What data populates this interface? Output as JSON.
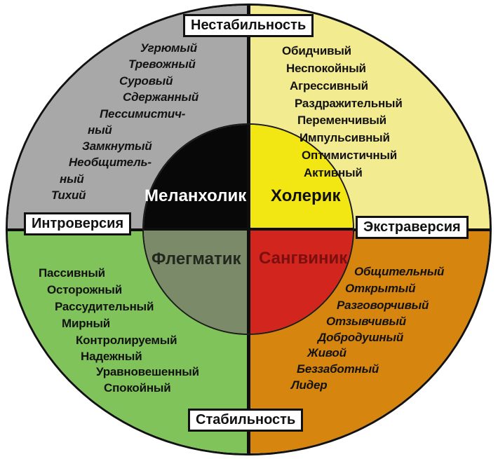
{
  "diagram": {
    "axis_labels": {
      "top": "Нестабильность",
      "right": "Экстраверсия",
      "bottom": "Стабильность",
      "left": "Интроверсия"
    },
    "quadrants": {
      "melancholic": {
        "name": "Меланхолик",
        "outer_color": "#a8a8a8",
        "inner_color": "#080808",
        "label_color": "#ffffff",
        "trait_lines": [
          "Угрюмый",
          "Тревожный",
          "Суровый",
          "Сдержанный",
          "Пессимистич-",
          "ный",
          "Замкнутый",
          "Необщитель-",
          "ный",
          "Тихий"
        ]
      },
      "choleric": {
        "name": "Холерик",
        "outer_color": "#f3eb90",
        "inner_color": "#f3e713",
        "label_color": "#101010",
        "trait_lines": [
          "Обидчивый",
          "Неспокойный",
          "Агрессивный",
          "Раздражительный",
          "Переменчивый",
          "Импульсивный",
          "Оптимистичный",
          "Активный"
        ]
      },
      "phlegmatic": {
        "name": "Флегматик",
        "outer_color": "#7fc35a",
        "inner_color": "#7b8a69",
        "label_color": "#23281f",
        "trait_lines": [
          "Пассивный",
          "Осторожный",
          "Рассудительный",
          "Мирный",
          "Контролируемый",
          "Надежный",
          "Уравновешенный",
          "Спокойный"
        ]
      },
      "sanguine": {
        "name": "Сангвиник",
        "outer_color": "#d6850e",
        "inner_color": "#d2251d",
        "label_color": "#7c0f0f",
        "trait_lines": [
          "Общительный",
          "Открытый",
          "Разговорчивый",
          "Отзывчивый",
          "Добродушный",
          "Живой",
          "Беззаботный",
          "Лидер"
        ]
      }
    }
  }
}
